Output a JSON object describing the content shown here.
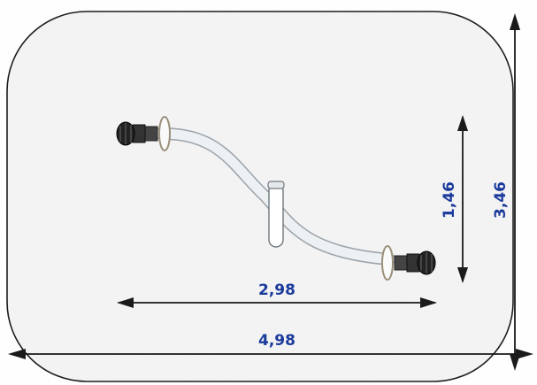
{
  "diagram": {
    "dimensions": {
      "overall_width": "4,98",
      "overall_height": "3,46",
      "inner_width": "2,98",
      "inner_height": "1,46"
    },
    "colors": {
      "label": "#1a3a9c",
      "line": "#1a1a1a",
      "area_fill": "#f4f4f4",
      "pipe": "#bfc6cc"
    }
  }
}
